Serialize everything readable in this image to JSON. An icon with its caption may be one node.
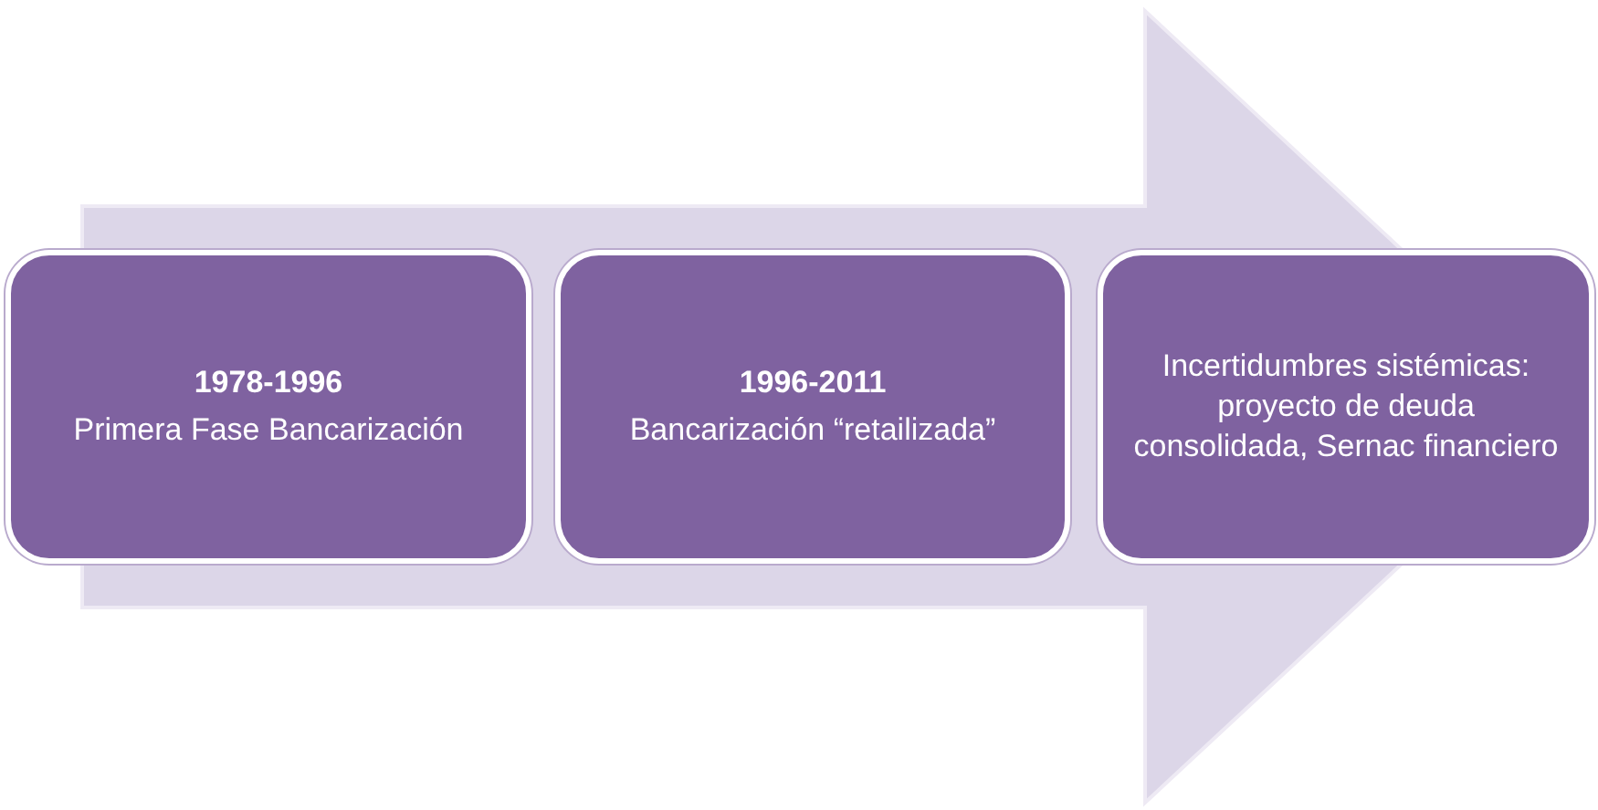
{
  "diagram": {
    "nodes": [
      {
        "text": [
          "1978-1996",
          "Primera Fase Bancarización"
        ]
      },
      {
        "text": [
          "1996-2011",
          "Bancarización “retailizada”"
        ]
      },
      {
        "text": [
          "Incertidumbres sistémicas: proyecto de deuda consolidada, Sernac financiero"
        ]
      }
    ],
    "edges": [
      {
        "from": 0,
        "to": 2,
        "arrow": "to",
        "style": "thick"
      }
    ]
  }
}
